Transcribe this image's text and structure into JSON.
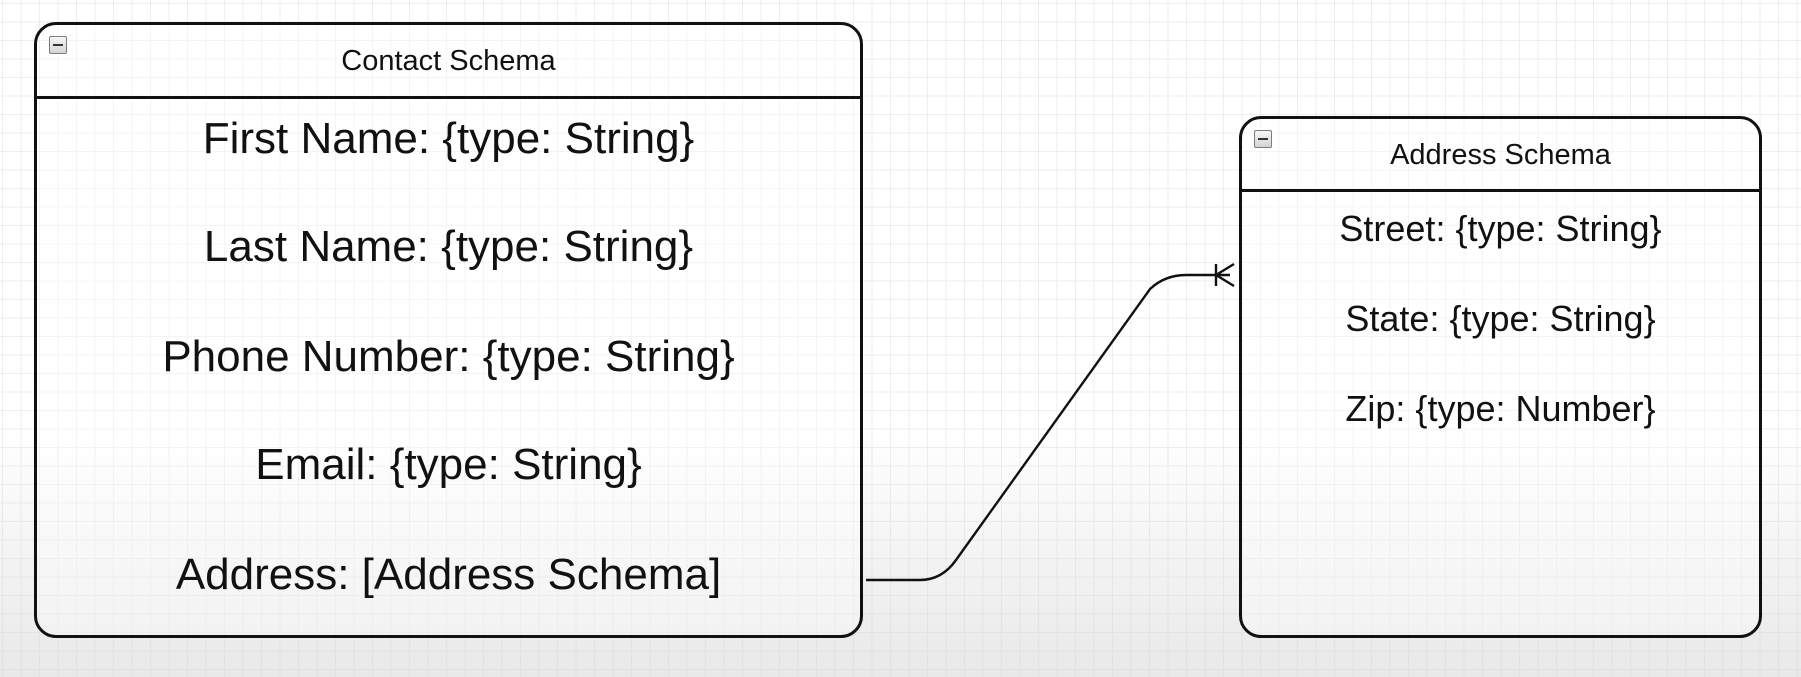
{
  "diagram": {
    "entities": [
      {
        "title": "Contact Schema",
        "fields": [
          "First Name: {type: String}",
          "Last Name: {type: String}",
          "Phone Number: {type: String}",
          "Email: {type: String}",
          "Address: [Address Schema]"
        ]
      },
      {
        "title": "Address Schema",
        "fields": [
          "Street: {type: String}",
          "State: {type: String}",
          "Zip: {type: Number}"
        ]
      }
    ],
    "relationships": [
      {
        "from": "Contact Schema.Address",
        "to": "Address Schema",
        "cardinality": "one-or-many"
      }
    ],
    "icons": {
      "collapse": "minus-square-icon",
      "relationship_end": "crow-foot-one-or-many-icon"
    },
    "colors": {
      "line": "#111111",
      "grid_minor": "#eeeeee",
      "grid_major": "#d6d6d6",
      "background": "#ffffff"
    }
  }
}
